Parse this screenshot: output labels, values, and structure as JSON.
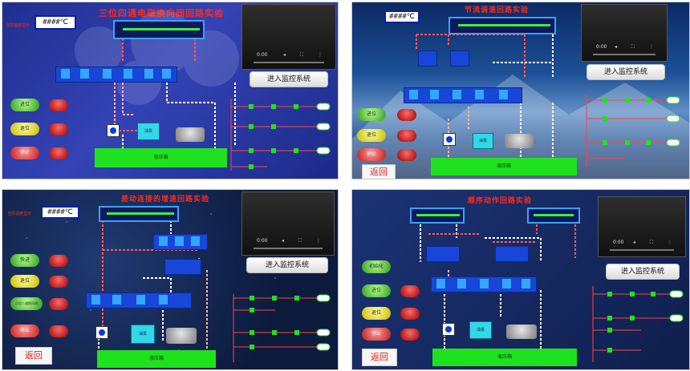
{
  "panels": [
    {
      "title": "三位四通电磁换向阀回路实验",
      "temp": "####℃",
      "temp_label": "当前温度显示",
      "video_time": "0:00",
      "monitor_button": "进入监控系统",
      "buttons": [
        {
          "label": "进位",
          "color": "green"
        },
        {
          "label": "退位",
          "color": "yellow"
        },
        {
          "label": "停止",
          "color": "red"
        }
      ],
      "ground_label": "液压箱",
      "motor_label": "油泵"
    },
    {
      "title": "节流调速回路实验",
      "temp": "####℃",
      "video_time": "0:00",
      "monitor_button": "进入监控系统",
      "buttons": [
        {
          "label": "进位",
          "color": "green"
        },
        {
          "label": "退位",
          "color": "yellow"
        },
        {
          "label": "停止",
          "color": "red"
        }
      ],
      "ground_label": "液压箱",
      "motor_label": "油泵",
      "back_label": "返回"
    },
    {
      "title": "差动连接的增速回路实验",
      "temp": "####℃",
      "temp_label": "当前温度显示",
      "video_time": "0:00",
      "monitor_button": "进入监控系统",
      "buttons": [
        {
          "label": "快进",
          "color": "green"
        },
        {
          "label": "退位",
          "color": "yellow"
        },
        {
          "label": "二位二通换向阀",
          "color": "green"
        },
        {
          "label": "停止",
          "color": "red"
        }
      ],
      "ground_label": "液压箱",
      "motor_label": "油泵",
      "back_label": "返回"
    },
    {
      "title": "顺序动作回路实验",
      "video_time": "0:00",
      "monitor_button": "进入监控系统",
      "buttons": [
        {
          "label": "初始化",
          "color": "green"
        },
        {
          "label": "进位",
          "color": "green"
        },
        {
          "label": "退位",
          "color": "yellow"
        },
        {
          "label": "停止",
          "color": "red"
        }
      ],
      "ground_label": "液压箱",
      "motor_label": "油泵",
      "back_label": "返回"
    }
  ]
}
